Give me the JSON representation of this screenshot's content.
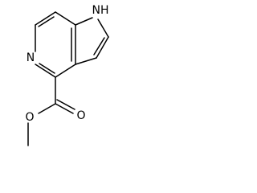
{
  "molecule": {
    "atoms": {
      "nh": "NH",
      "n_ring": "N",
      "o_carbonyl": "O",
      "o_ester": "O"
    }
  }
}
